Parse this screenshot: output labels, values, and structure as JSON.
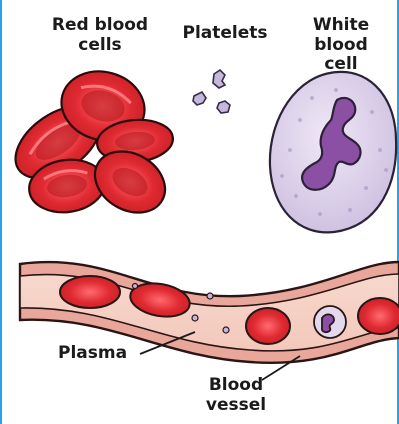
{
  "labels": {
    "red_blood_cells_line1": "Red blood",
    "red_blood_cells_line2": "cells",
    "platelets": "Platelets",
    "white_blood_cell_line1": "White blood",
    "white_blood_cell_line2": "cell",
    "plasma": "Plasma",
    "blood_vessel_line1": "Blood",
    "blood_vessel_line2": "vessel"
  },
  "colors": {
    "frame": "#29a3e8",
    "red_cell": "#e02a32",
    "red_cell_dark": "#9e1219",
    "wbc_body": "#d9cfe8",
    "wbc_nucleus": "#8b4fa3",
    "platelet": "#c4b8dd",
    "vessel_wall": "#e9a79c",
    "plasma": "#f8e2d6"
  }
}
